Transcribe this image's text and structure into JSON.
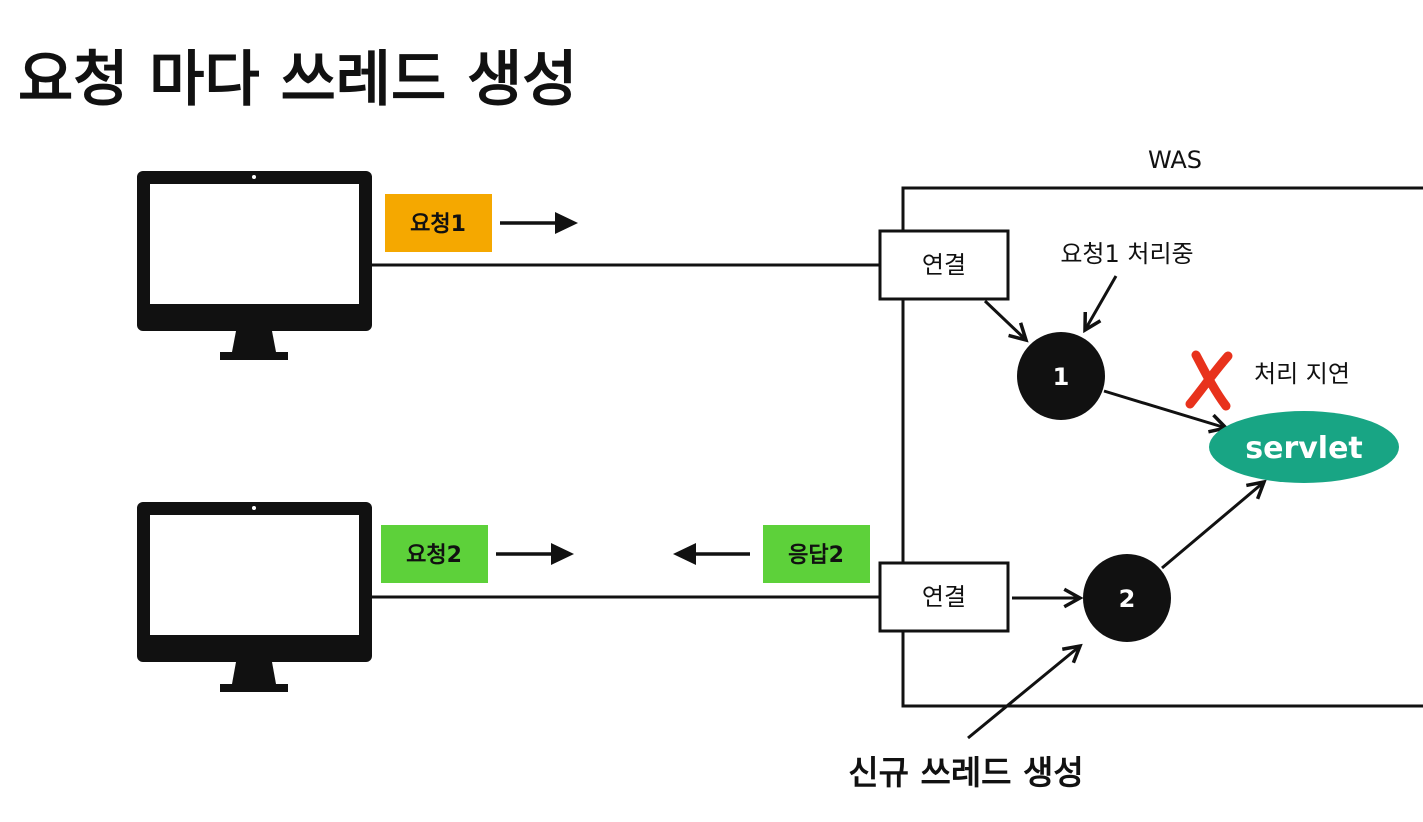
{
  "title": "요청 마다 쓰레드 생성",
  "was_label": "WAS",
  "colors": {
    "request1": "#f5a800",
    "request2": "#5dd13a",
    "response2": "#5dd13a",
    "servlet": "#18a584",
    "error_x": "#e8321c",
    "node": "#111111"
  },
  "clients": [
    {
      "request_label": "요청1"
    },
    {
      "request_label": "요청2",
      "response_label": "응답2"
    }
  ],
  "connections": [
    {
      "label": "연결"
    },
    {
      "label": "연결"
    }
  ],
  "threads": [
    {
      "label": "1",
      "annotation": "요청1 처리중"
    },
    {
      "label": "2"
    }
  ],
  "delay_label": "처리 지연",
  "servlet_label": "servlet",
  "caption": "신규 쓰레드 생성",
  "icons": [
    "monitor-icon",
    "arrow-right-icon",
    "arrow-left-icon",
    "cross-icon"
  ]
}
